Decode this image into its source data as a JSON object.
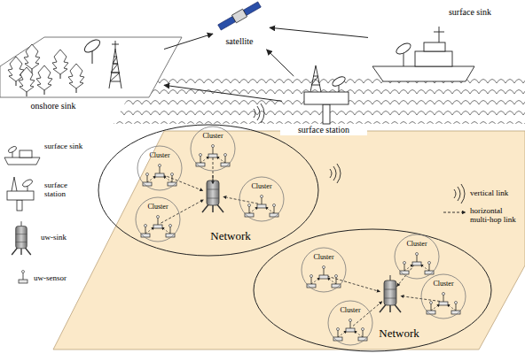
{
  "diagram": {
    "nodes": [
      {
        "text": [
          "satellite"
        ]
      },
      {
        "text": [
          "onshore sink"
        ]
      },
      {
        "text": [
          "surface sink"
        ]
      },
      {
        "text": [
          "surface station"
        ]
      },
      {
        "text": [
          "Network"
        ]
      },
      {
        "text": [
          "Cluster"
        ],
        "in": 4
      },
      {
        "text": [
          "Cluster"
        ],
        "in": 4
      },
      {
        "text": [
          "Cluster"
        ],
        "in": 4
      },
      {
        "text": [
          "Cluster"
        ],
        "in": 4
      },
      {
        "text": [
          "Network"
        ]
      },
      {
        "text": [
          "Cluster"
        ],
        "in": 9
      },
      {
        "text": [
          "Cluster"
        ],
        "in": 9
      },
      {
        "text": [
          "Cluster"
        ],
        "in": 9
      },
      {
        "text": [
          "Cluster"
        ],
        "in": 9
      }
    ],
    "edges": [
      {
        "from": 1,
        "to": 0,
        "arrow": "to"
      },
      {
        "from": 2,
        "to": 0,
        "arrow": "to"
      },
      {
        "from": 3,
        "to": 0,
        "arrow": "to"
      },
      {
        "from": 3,
        "to": 1,
        "arrow": "to"
      }
    ],
    "legend": [
      {
        "text": "surface sink"
      },
      {
        "text": "surface station"
      },
      {
        "text": "uw-sink"
      },
      {
        "text": "uw-sensor"
      },
      {
        "text": "vertical link"
      },
      {
        "text": "horizontal multi-hop link"
      }
    ]
  }
}
